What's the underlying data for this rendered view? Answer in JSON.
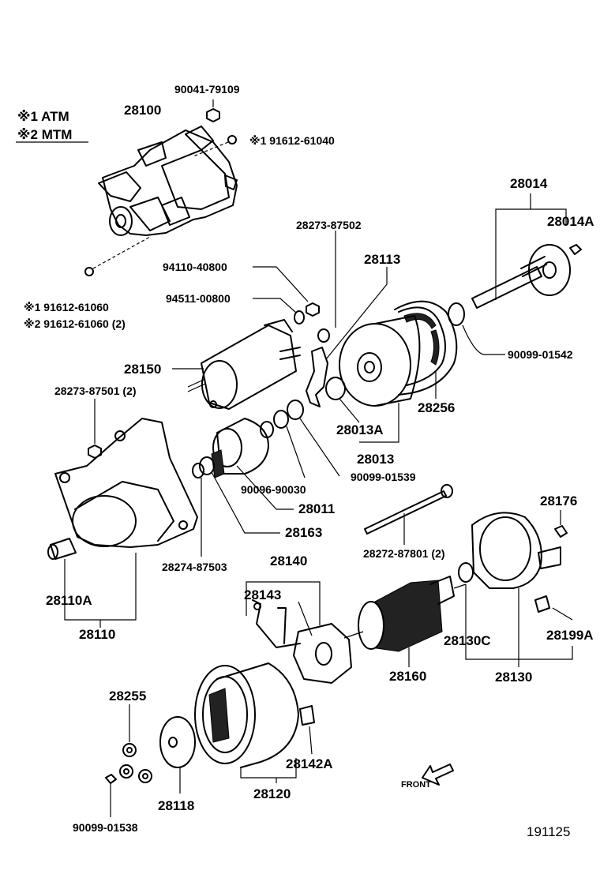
{
  "legend": {
    "row1": "※1  ATM",
    "row2": "※2  MTM"
  },
  "labels": {
    "p90041_79109": "90041-79109",
    "p28100": "28100",
    "p91612_61040": "※1  91612-61040",
    "p91612_61060_a": "※1   91612-61060",
    "p91612_61060_b": "※2   91612-61060 (2)",
    "p28014": "28014",
    "p28014A": "28014A",
    "p28273_87502": "28273-87502",
    "p28113": "28113",
    "p94110_40800": "94110-40800",
    "p94511_00800": "94511-00800",
    "p90099_01542": "90099-01542",
    "p28150": "28150",
    "p28256": "28256",
    "p28273_87501": "28273-87501 (2)",
    "p28013A": "28013A",
    "p28013": "28013",
    "p90096_90030": "90096-90030",
    "p90099_01539": "90099-01539",
    "p28011": "28011",
    "p28163": "28163",
    "p28176": "28176",
    "p28272_87801": "28272-87801 (2)",
    "p28274_87503": "28274-87503",
    "p28140": "28140",
    "p28143": "28143",
    "p28110A": "28110A",
    "p28110": "28110",
    "p28130C": "28130C",
    "p28199A": "28199A",
    "p28160": "28160",
    "p28130": "28130",
    "p28255": "28255",
    "p28142A": "28142A",
    "p28118": "28118",
    "p28120": "28120",
    "p90099_01538": "90099-01538",
    "front": "FRONT",
    "diagram_no": "191125"
  }
}
